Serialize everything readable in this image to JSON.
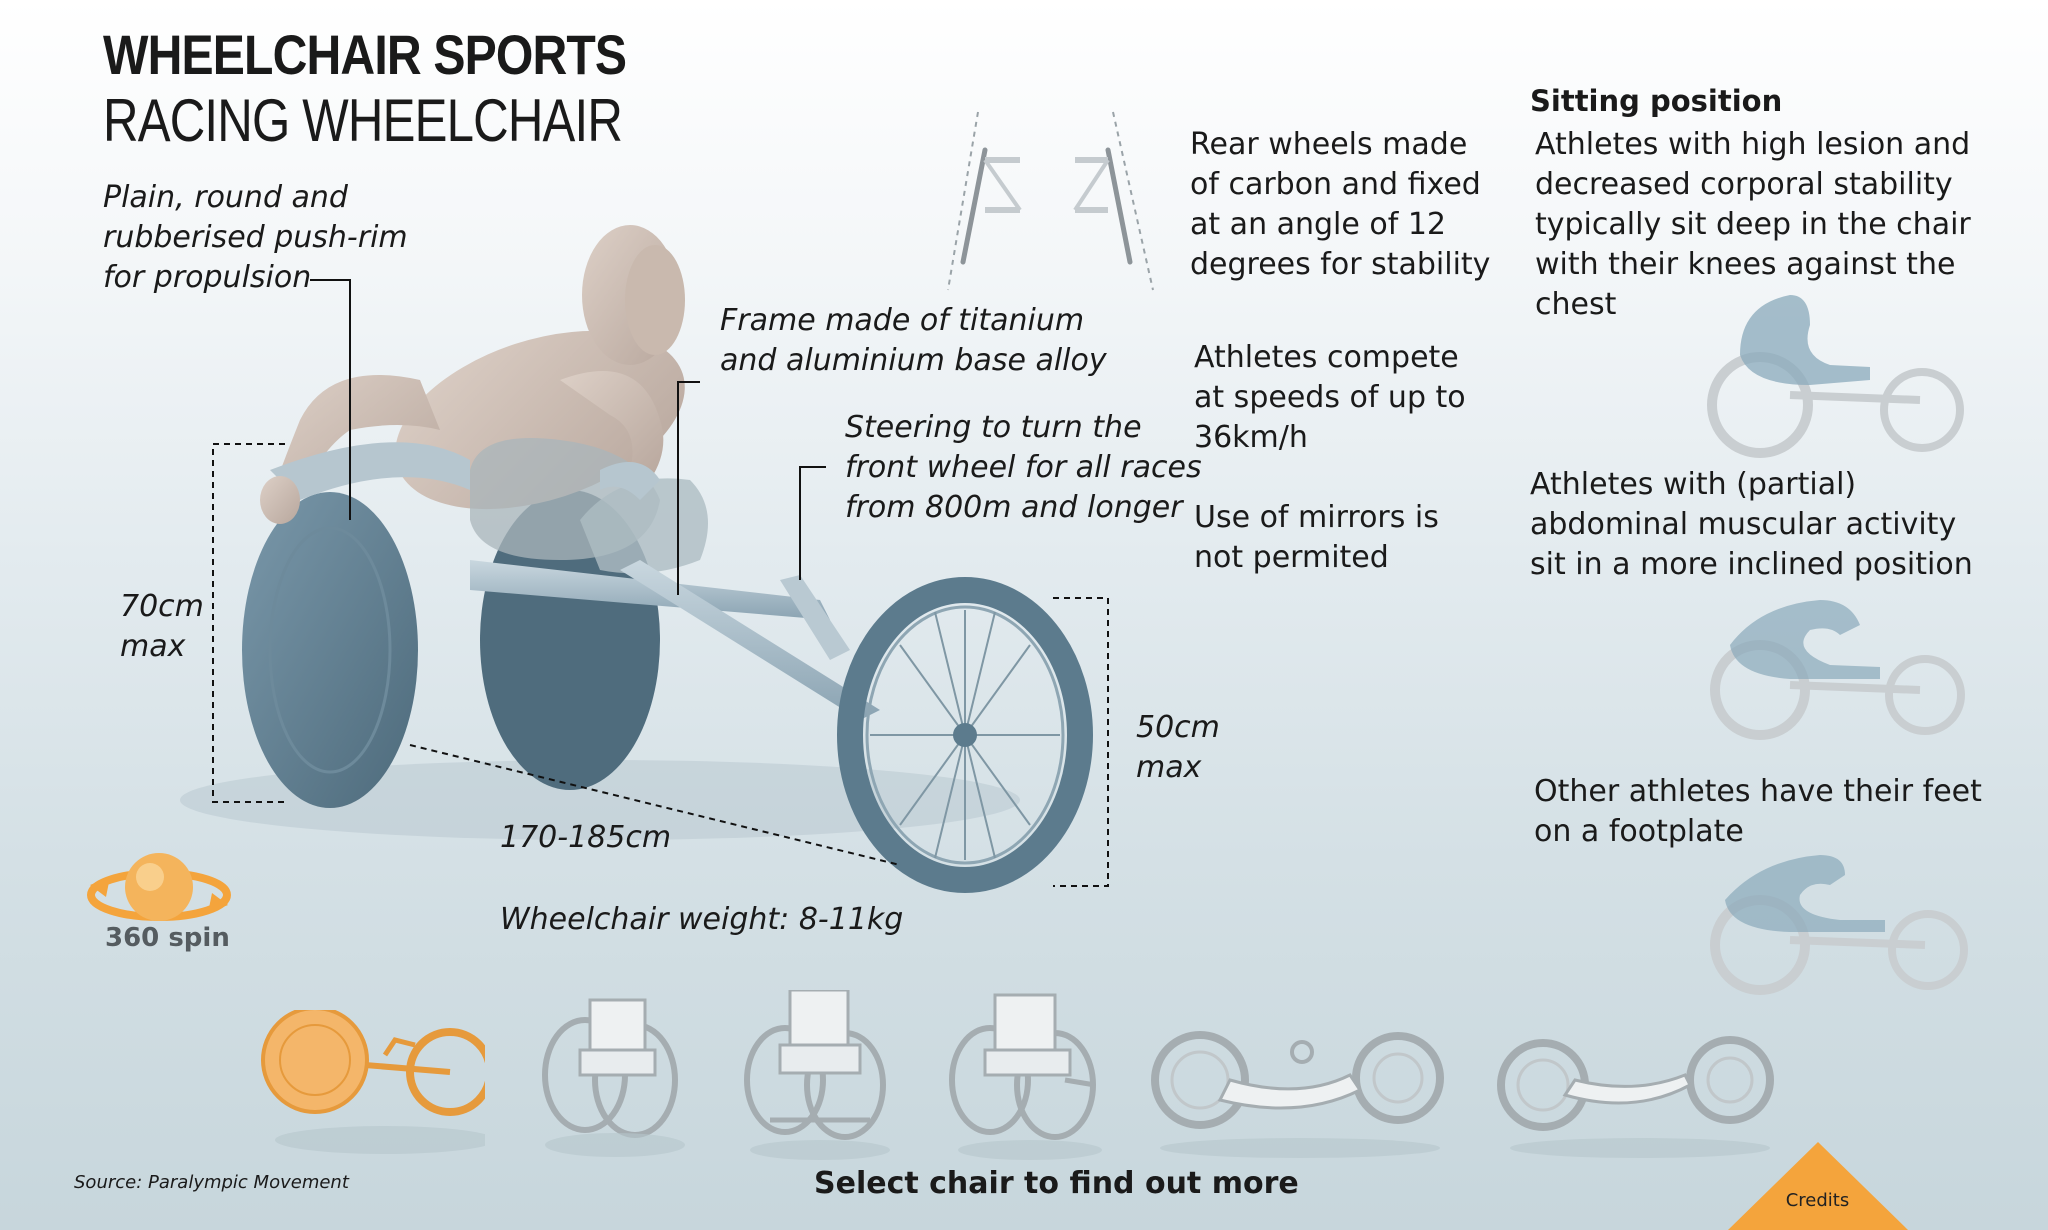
{
  "header": {
    "title": "WHEELCHAIR SPORTS",
    "subtitle": "RACING WHEELCHAIR"
  },
  "annotations": {
    "push_rim": "Plain, round and\nrubberised push-rim\nfor propulsion",
    "frame": "Frame made of titanium\nand aluminium base alloy",
    "steering": "Steering to turn the\nfront wheel for all races\nfrom 800m and longer",
    "rear_wheels": "Rear wheels made\nof carbon and fixed\nat an angle of 12\ndegrees for stability",
    "speed": "Athletes compete\nat speeds of up to\n36km/h",
    "mirrors": "Use of mirrors is\nnot permited",
    "height_rear": "70cm\nmax",
    "height_front": "50cm\nmax",
    "length": "170-185cm",
    "weight": "Wheelchair weight: 8-11kg"
  },
  "sitting": {
    "heading": "Sitting position",
    "items": [
      "Athletes with high lesion and\ndecreased corporal stability\ntypically sit deep in the chair\nwith their knees against the\nchest",
      "Athletes with (partial)\nabdominal muscular activity\nsit in a more inclined position",
      "Other athletes have their feet\non a footplate"
    ]
  },
  "controls": {
    "spin_label": "360 spin",
    "select_label": "Select chair to find out more",
    "credits_label": "Credits"
  },
  "source": "Source: Paralympic Movement",
  "colors": {
    "accent": "#f4a43c",
    "chair_blue": "#5f7f92",
    "figure": "#cdbdb3",
    "line_art": "#9aa3a8"
  },
  "icons": [
    "spin-icon",
    "chair-thumb-icon"
  ]
}
